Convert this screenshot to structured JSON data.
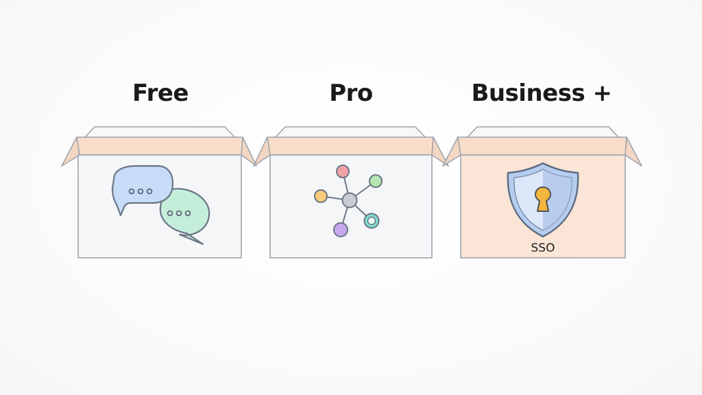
{
  "tiers": [
    {
      "title": "Free",
      "icon": "chat-bubbles-icon"
    },
    {
      "title": "Pro",
      "icon": "network-nodes-icon"
    },
    {
      "title": "Business +",
      "icon": "shield-keyhole-icon",
      "label": "SSO"
    }
  ],
  "colors": {
    "box_stroke": "#9ea4ad",
    "flap_peach": "#f8ddc8",
    "box_face_light": "#f4f6f8",
    "box_face_peach": "#fae5d6",
    "chat_blue": "#c6dcf7",
    "chat_green": "#c4edda",
    "node_red": "#f0a2a6",
    "node_green": "#b5e6b3",
    "node_yellow": "#f8cc7c",
    "node_purple": "#c7a8ee",
    "node_teal": "#7fe0d2",
    "node_hub": "#c8ccd3",
    "shield_blue": "#b5cdf0",
    "keyhole_gold": "#f3b73f"
  }
}
